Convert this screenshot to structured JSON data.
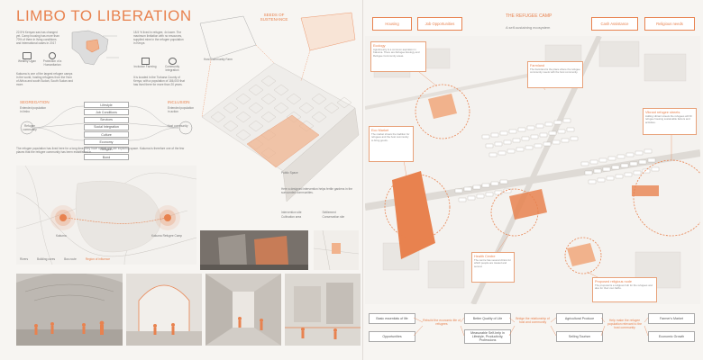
{
  "title": "LIMBO TO LIBERATION",
  "colors": {
    "accent": "#e8824f",
    "bg": "#f7f5f2",
    "line": "#aaaaaa"
  },
  "intro_left": {
    "stat1": "22.5% Kenyan sas has changed yet. Camp housing has more than 70% of them in living conditions and international cases in 2017",
    "stat2": "18.5 % lived in refugee, 4x lower. The maximum limitation with no resources, supplied mine in the refugee population in Kenya",
    "icons": [
      "Wealthy Ugan",
      "Protection of a Humanitarian",
      "Inclusive Farming",
      "Community Integration"
    ],
    "para1": "Kakuma is one of the largest refugee camps in the world, hosting refugees from the Horn of Africa and south Sudan, South Sudan and more.",
    "para2": "It is located in the Turkana County of Kenya, with a population of 186,000 that has lived there for more than 20 years."
  },
  "diagram": {
    "left_head": "SEGREGATION",
    "right_head": "INCLUSION",
    "left_sub": "Extended population in limbo",
    "right_sub": "Extended population in action",
    "left_node": "Refugee community",
    "right_node": "Host community",
    "left_circle": "Refugee Camp",
    "right_circle": "Host Community",
    "center_items": [
      "Lifestyle",
      "Job Conditions",
      "Services",
      "Social Integration",
      "Culture",
      "Economy",
      "Religion",
      "Bond"
    ]
  },
  "note_middle": "The refugee population has lived here for a long time, they have rooted and are exploring space. Kakuma is therefore one of the few places that the refugee community has been established in.",
  "map_labels": {
    "left": "Kakuma",
    "right": "Kakuma Refugee Camp",
    "leg1": "Rivers",
    "leg2": "Building cores",
    "leg3": "Bus route",
    "leg4": "Region of influence"
  },
  "seeds": {
    "title": "SEEDS OF SUSTENANCE",
    "label1": "Host Community Farm",
    "label2": "Public Space",
    "note": "Here a designed intervention helps fertile gardens in the surrounded communities."
  },
  "legend_center": [
    "Intervention site",
    "Settlement",
    "Cultivation area",
    "Conservation site"
  ],
  "camp": {
    "title": "THE REFUGEE CAMP",
    "subtitle": "A self-sustaining ecosystem",
    "top_tabs": [
      "Housing",
      "Job Opportunities",
      "Cash Assistance",
      "Religious needs"
    ],
    "callouts": [
      {
        "h": "Ecology",
        "t": "Agroforestry is a common aspiration in Kakuma. There are Refugee Ecology and Refugee Community areas."
      },
      {
        "h": "Farmland",
        "t": "The Farmland is the place where the refugee community meets with the host community."
      },
      {
        "h": "Eco Market",
        "t": "The market shows the tradition for refugees and the host community to bring goods."
      },
      {
        "h": "Health Centre",
        "t": "The centre has several clinics for which people are treated and served."
      },
      {
        "h": "Vibrant refugee streets",
        "t": "Adding vibrant streets the refugees will fill refugee housing sustainable factors and activities."
      },
      {
        "h": "Proposed religious node",
        "t": "The proposal is a religious hub for the refugees and also for their own faiths."
      }
    ],
    "bottom_row": [
      "Basic essentials of life",
      "Opportunities",
      "Rebuild the economic life of refugees",
      "Better Quality of Life",
      "Measurable Self-help in Lifestyle, Productivity, Professions",
      "Bridge the relationship of host and community",
      "Agricultural Produce",
      "Selling Tourism",
      "Help make the refugee population relevant to the host community",
      "Farmer's Market",
      "Economic Growth"
    ]
  }
}
